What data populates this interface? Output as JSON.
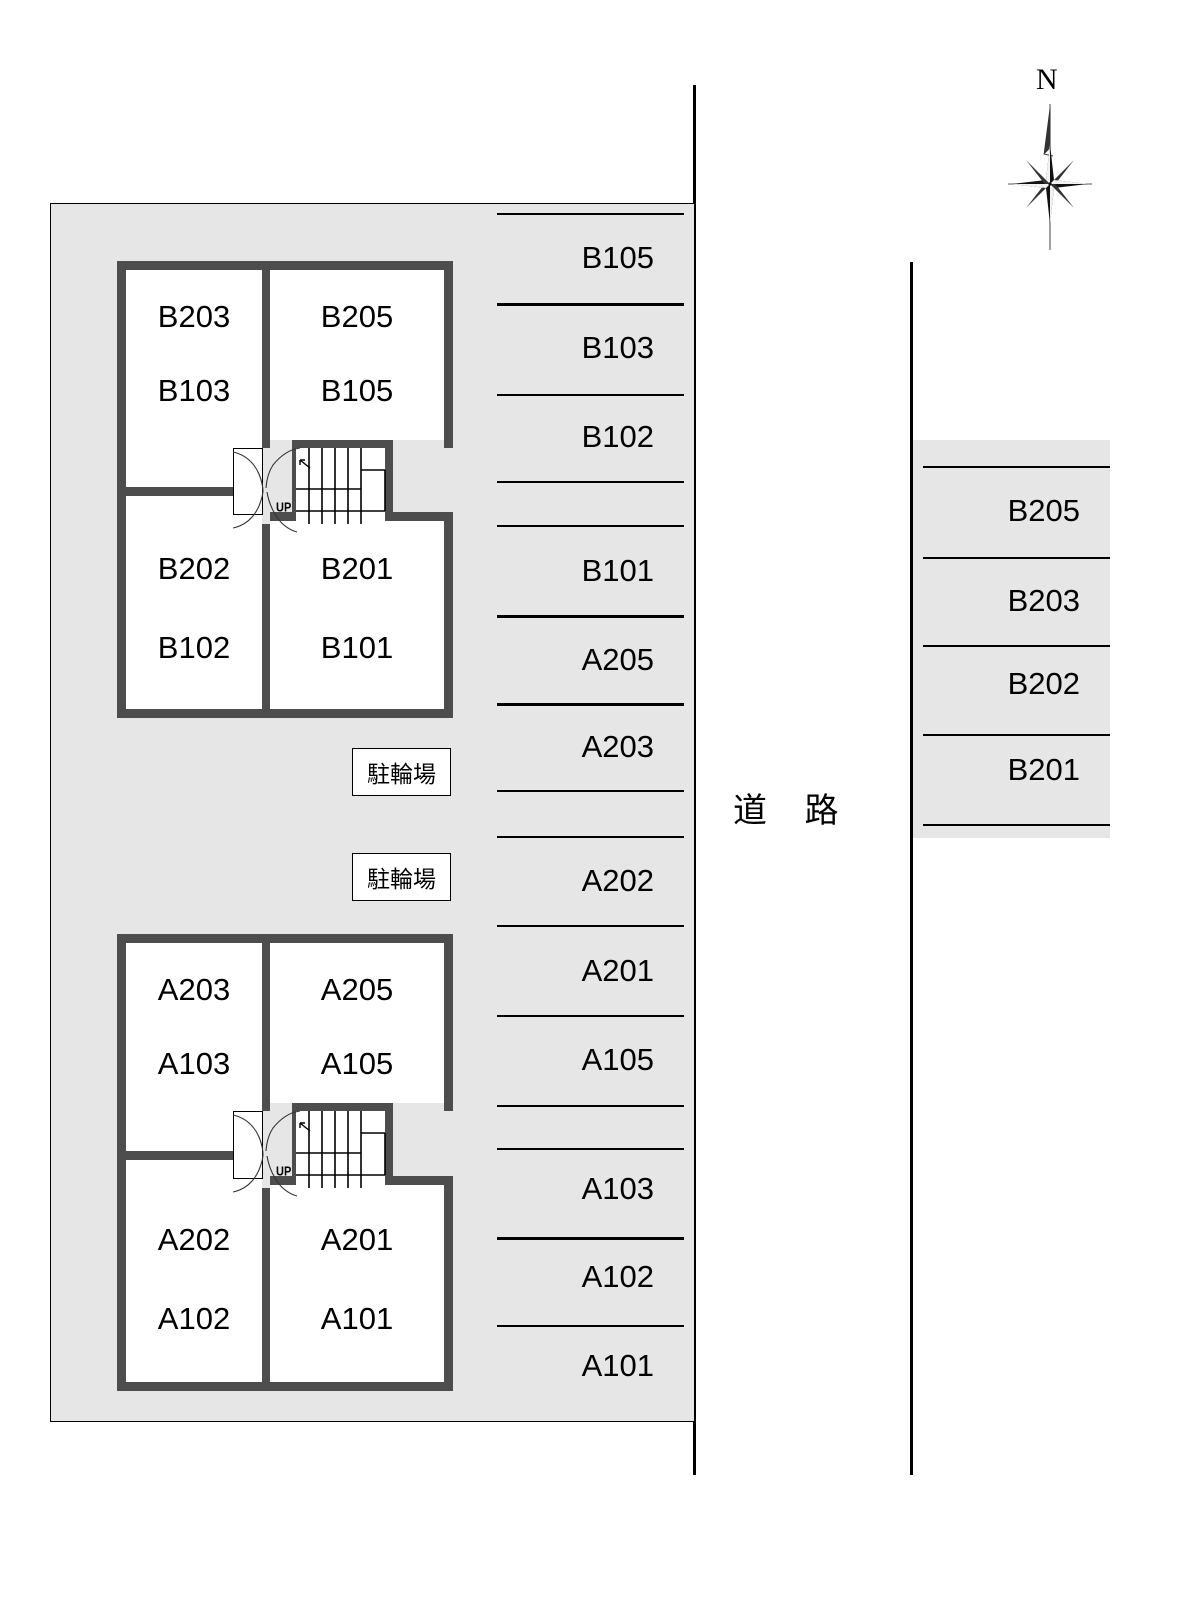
{
  "plan": {
    "title": "apartment-site-plan",
    "road_label": "道 路",
    "compass_north": "N",
    "bike_parking_label": "駐輪場",
    "stair_up_label": "UP",
    "colors": {
      "lot_fill": "#e6e6e6",
      "wall": "#4d4d4d",
      "room_fill": "#ffffff",
      "line": "#000000",
      "page": "#ffffff"
    }
  },
  "building_b": {
    "name": "B-building",
    "rooms": [
      {
        "id": "b203-b103",
        "upper": "B203",
        "lower": "B103"
      },
      {
        "id": "b205-b105",
        "upper": "B205",
        "lower": "B105"
      },
      {
        "id": "b202-b102",
        "upper": "B202",
        "lower": "B102"
      },
      {
        "id": "b201-b101",
        "upper": "B201",
        "lower": "B101"
      }
    ]
  },
  "building_a": {
    "name": "A-building",
    "rooms": [
      {
        "id": "a203-a103",
        "upper": "A203",
        "lower": "A103"
      },
      {
        "id": "a205-a105",
        "upper": "A205",
        "lower": "A105"
      },
      {
        "id": "a202-a102",
        "upper": "A202",
        "lower": "A102"
      },
      {
        "id": "a201-a101",
        "upper": "A201",
        "lower": "A101"
      }
    ]
  },
  "bike_parking": [
    {
      "id": "bike-1",
      "label": "駐輪場"
    },
    {
      "id": "bike-2",
      "label": "駐輪場"
    }
  ],
  "parking_left": {
    "name": "west-parking-strip",
    "stalls": [
      {
        "label": "B105"
      },
      {
        "label": "B103"
      },
      {
        "label": "B102"
      },
      {
        "label": ""
      },
      {
        "label": "B101"
      },
      {
        "label": "A205"
      },
      {
        "label": "A203"
      },
      {
        "label": ""
      },
      {
        "label": "A202"
      },
      {
        "label": "A201"
      },
      {
        "label": "A105"
      },
      {
        "label": ""
      },
      {
        "label": "A103"
      },
      {
        "label": "A102"
      },
      {
        "label": "A101"
      }
    ]
  },
  "parking_right": {
    "name": "east-parking-strip",
    "stalls": [
      {
        "label": "B205"
      },
      {
        "label": "B203"
      },
      {
        "label": "B202"
      },
      {
        "label": "B201"
      },
      {
        "label": ""
      }
    ]
  }
}
